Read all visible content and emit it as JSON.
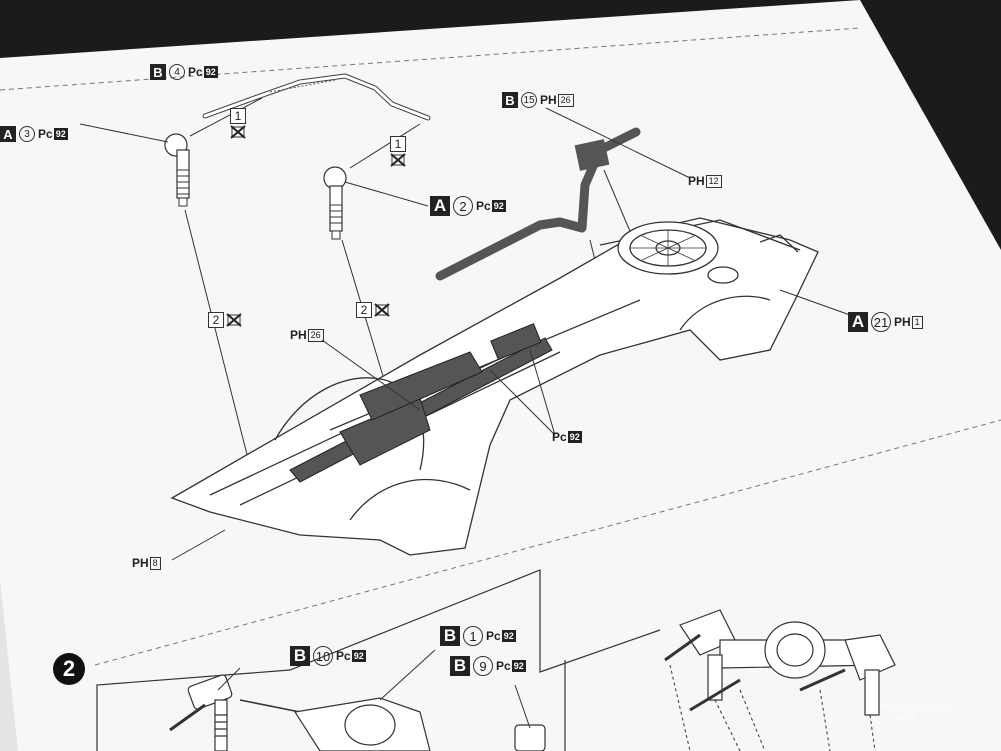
{
  "instruction_sheet": {
    "callouts": [
      {
        "id": "c1",
        "sprue": "B",
        "part": "4",
        "paint_code": "Pc",
        "paint_num": "92"
      },
      {
        "id": "c2",
        "sprue": "A",
        "part": "3",
        "paint_code": "Pc",
        "paint_num": "92"
      },
      {
        "id": "c3",
        "sprue": "B",
        "part": "15",
        "paint_code": "PH",
        "paint_num": "26"
      },
      {
        "id": "c4",
        "sprue": "A",
        "part": "2",
        "paint_code": "Pc",
        "paint_num": "92"
      },
      {
        "id": "c5",
        "sprue": "A",
        "part": "21",
        "paint_code": "PH",
        "paint_num": "1"
      }
    ],
    "paint_notes": [
      {
        "id": "p1",
        "paint_code": "PH",
        "paint_num": "12"
      },
      {
        "id": "p2",
        "paint_code": "PH",
        "paint_num": "26"
      },
      {
        "id": "p3",
        "paint_code": "Pc",
        "paint_num": "92"
      },
      {
        "id": "p4",
        "paint_code": "PH",
        "paint_num": "8"
      }
    ],
    "quantity_marks": [
      {
        "id": "q1",
        "count": "1",
        "icon": "cross-out-icon"
      },
      {
        "id": "q2",
        "count": "1",
        "icon": "cross-out-icon"
      },
      {
        "id": "q3",
        "count": "2",
        "icon": "cross-out-icon"
      },
      {
        "id": "q4",
        "count": "2",
        "icon": "cross-out-icon"
      }
    ],
    "step_2": {
      "step_number": "2",
      "callouts": [
        {
          "id": "s1",
          "sprue": "B",
          "part": "10",
          "paint_code": "Pc",
          "paint_num": "92"
        },
        {
          "id": "s2",
          "sprue": "B",
          "part": "1",
          "paint_code": "Pc",
          "paint_num": "92"
        },
        {
          "id": "s3",
          "sprue": "B",
          "part": "9",
          "paint_code": "Pc",
          "paint_num": "92"
        }
      ]
    }
  },
  "watermark": {
    "line1": "МОДЕЛЬНАЯ",
    "line2": "ЛАВКА"
  },
  "colors": {
    "paper": "#f7f7f5",
    "ink": "#2a2a2a",
    "part_dark": "#5a5a5a",
    "background": "#1b1b1b"
  }
}
